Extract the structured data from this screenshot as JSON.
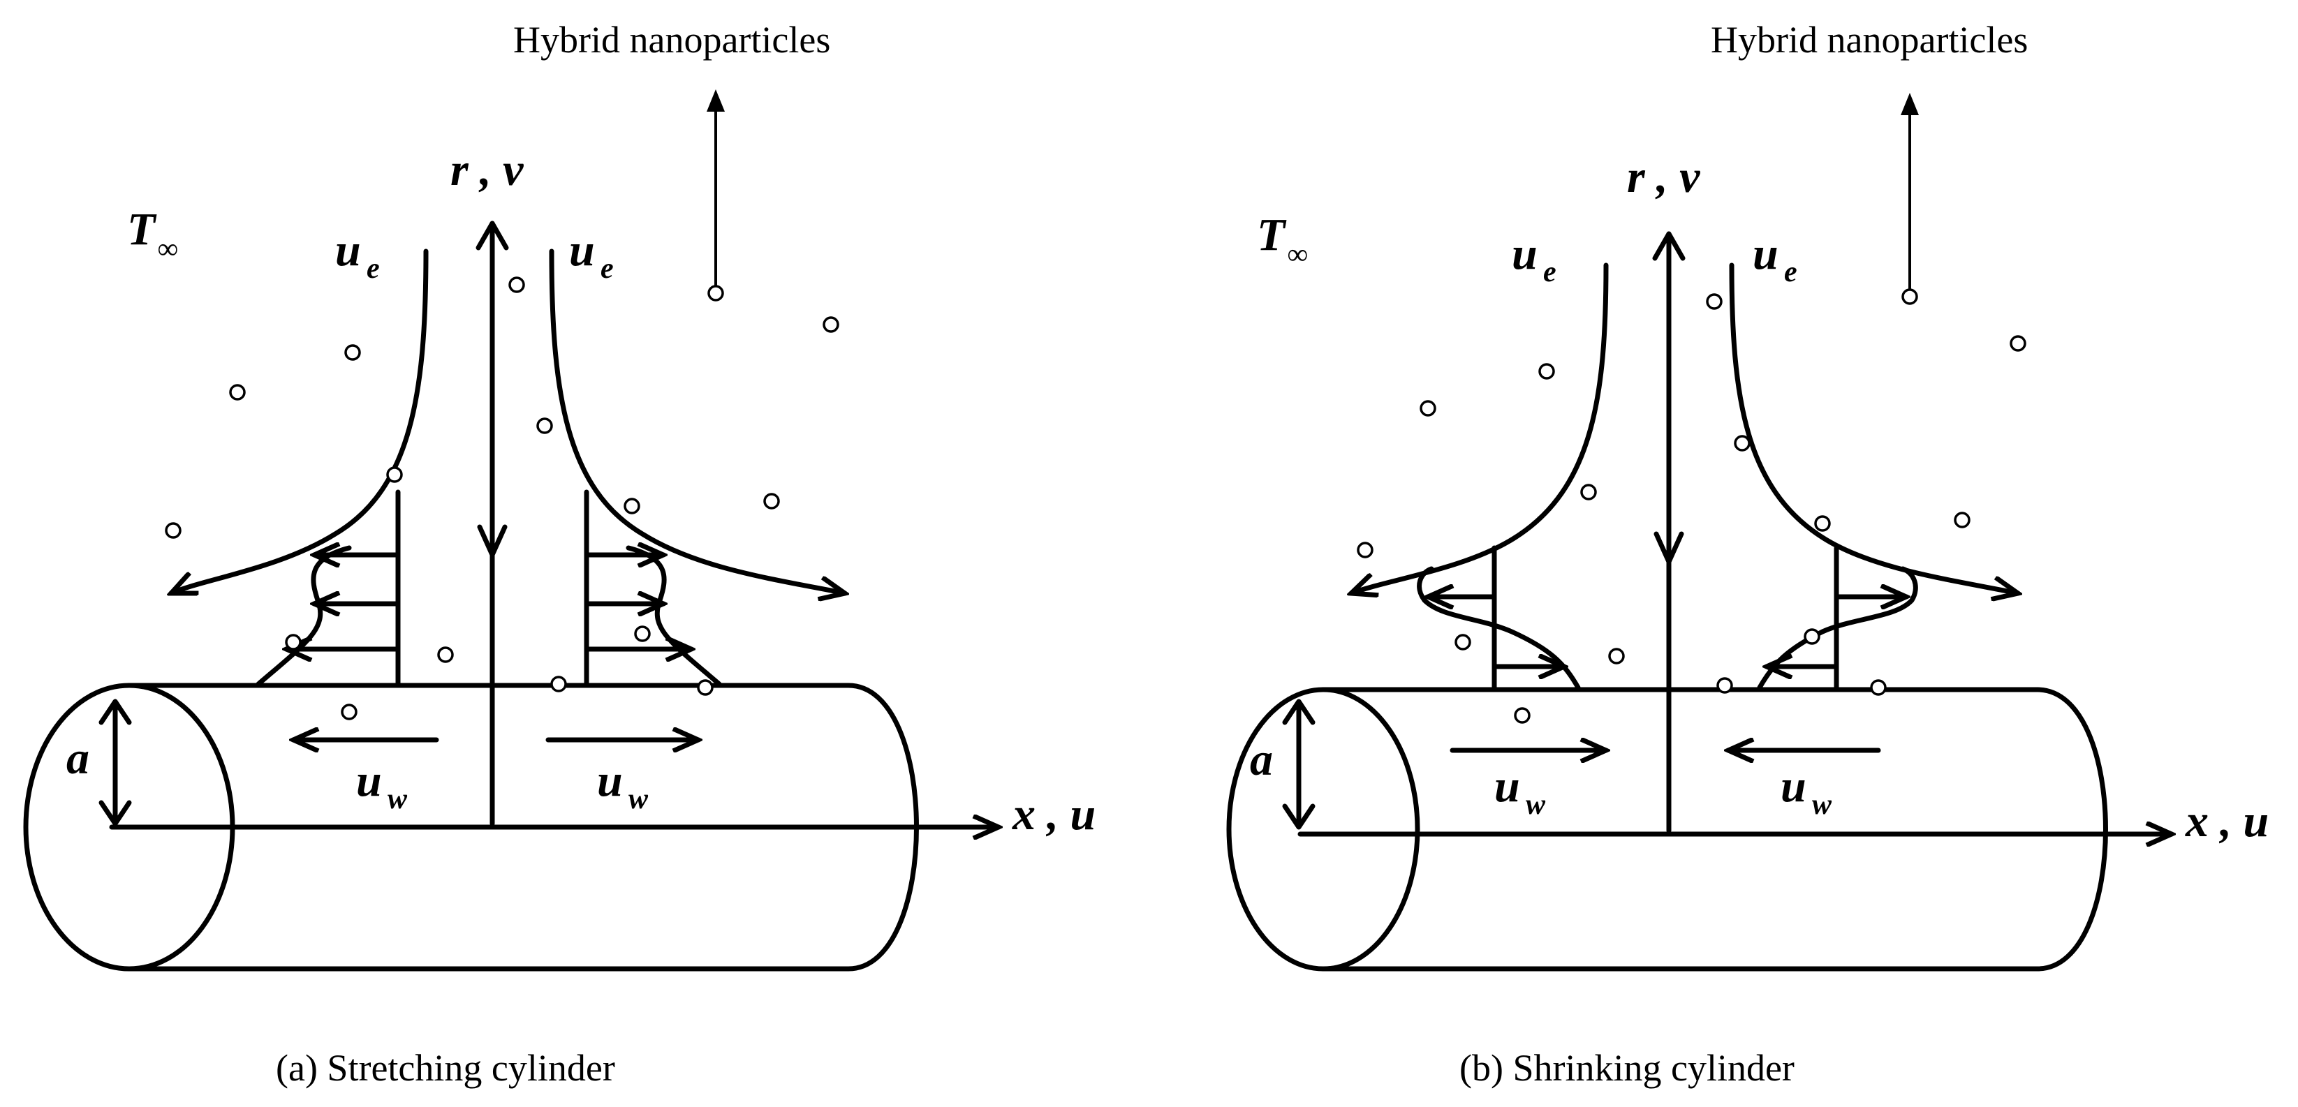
{
  "panels": [
    {
      "id": "a",
      "caption": "(a) Stretching  cylinder",
      "particles_label": "Hybrid nanoparticles",
      "ambient_temp": {
        "main": "T",
        "sub": "∞"
      },
      "radial_axis": "r , v",
      "axial_axis": "x , u",
      "radius_label": "a",
      "edge_velocity": {
        "main": "u",
        "sub": "e"
      },
      "wall_velocity": {
        "main": "u",
        "sub": "w"
      }
    },
    {
      "id": "b",
      "caption": "(b) Shrinking  cylinder",
      "particles_label": "Hybrid nanoparticles",
      "ambient_temp": {
        "main": "T",
        "sub": "∞"
      },
      "radial_axis": "r , v",
      "axial_axis": "x , u",
      "radius_label": "a",
      "edge_velocity": {
        "main": "u",
        "sub": "e"
      },
      "wall_velocity": {
        "main": "u",
        "sub": "w"
      }
    }
  ]
}
